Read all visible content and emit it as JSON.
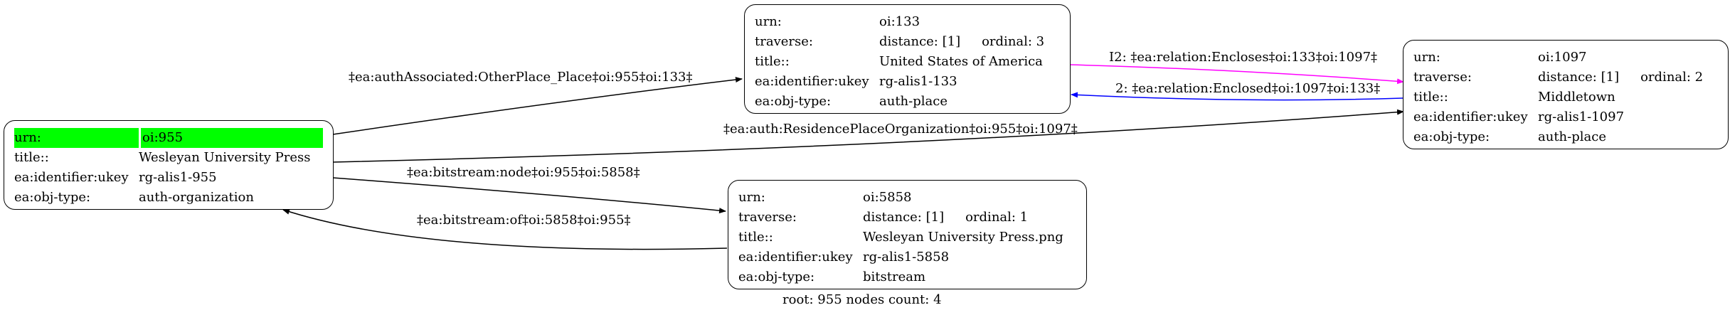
{
  "nodes": {
    "n955": {
      "rows": [
        {
          "key": "urn:",
          "value": "oi:955"
        },
        {
          "key": "title::",
          "value": "Wesleyan University Press"
        },
        {
          "key": "ea:identifier:ukey",
          "value": "rg-alis1-955"
        },
        {
          "key": "ea:obj-type:",
          "value": "auth-organization"
        }
      ]
    },
    "n133": {
      "rows": [
        {
          "key": "urn:",
          "value": "oi:133"
        },
        {
          "key": "traverse:",
          "value": "distance: [1]",
          "extra": "ordinal: 3"
        },
        {
          "key": "title::",
          "value": "United States of America"
        },
        {
          "key": "ea:identifier:ukey",
          "value": "rg-alis1-133"
        },
        {
          "key": "ea:obj-type:",
          "value": "auth-place"
        }
      ]
    },
    "n1097": {
      "rows": [
        {
          "key": "urn:",
          "value": "oi:1097"
        },
        {
          "key": "traverse:",
          "value": "distance: [1]",
          "extra": "ordinal: 2"
        },
        {
          "key": "title::",
          "value": "Middletown"
        },
        {
          "key": "ea:identifier:ukey",
          "value": "rg-alis1-1097"
        },
        {
          "key": "ea:obj-type:",
          "value": "auth-place"
        }
      ]
    },
    "n5858": {
      "rows": [
        {
          "key": "urn:",
          "value": "oi:5858"
        },
        {
          "key": "traverse:",
          "value": "distance: [1]",
          "extra": "ordinal: 1"
        },
        {
          "key": "title::",
          "value": "Wesleyan University Press.png"
        },
        {
          "key": "ea:identifier:ukey",
          "value": "rg-alis1-5858"
        },
        {
          "key": "ea:obj-type:",
          "value": "bitstream"
        }
      ]
    }
  },
  "edges": {
    "e955_133": "‡ea:authAssociated:OtherPlace_Place‡oi:955‡oi:133‡",
    "e955_1097": "‡ea:auth:ResidencePlaceOrganization‡oi:955‡oi:1097‡",
    "e955_5858": "‡ea:bitstream:node‡oi:955‡oi:5858‡",
    "e5858_955": "‡ea:bitstream:of‡oi:5858‡oi:955‡",
    "e133_1097": "I2: ‡ea:relation:Encloses‡oi:133‡oi:1097‡",
    "e1097_133": "2: ‡ea:relation:Enclosed‡oi:1097‡oi:133‡"
  },
  "colors": {
    "highlight": "#00ff00",
    "encloses_edge": "#ff00ff",
    "enclosed_edge": "#0000ff",
    "default_edge": "#000000"
  },
  "footer": "root: 955 nodes count: 4"
}
